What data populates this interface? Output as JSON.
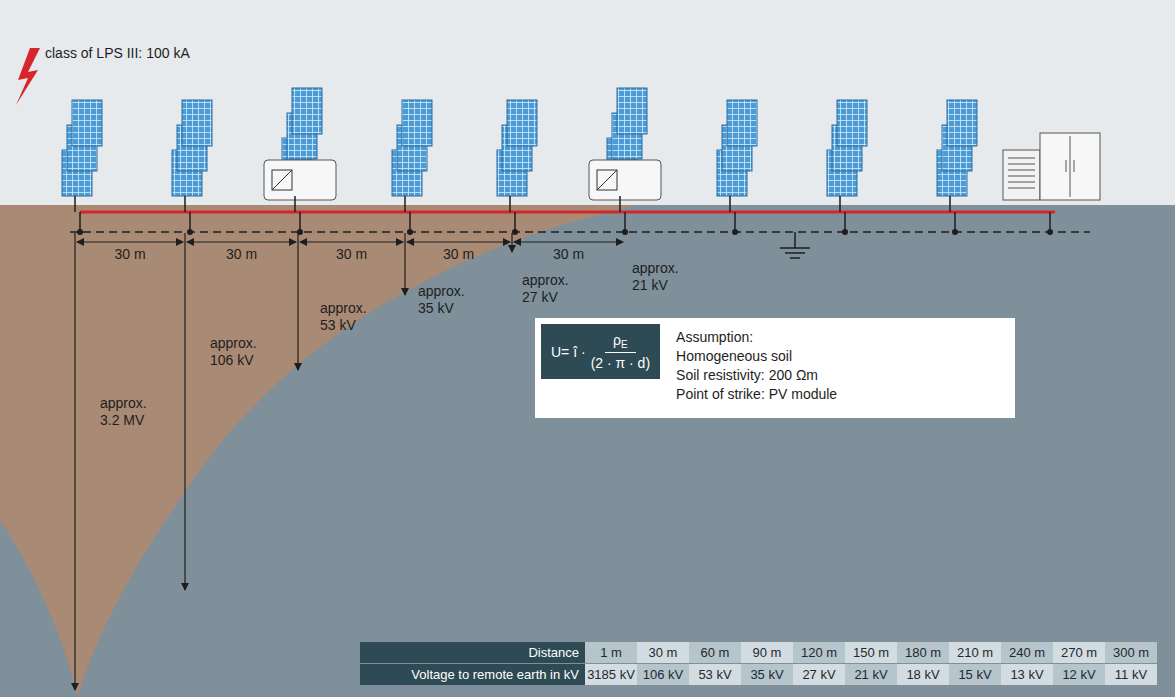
{
  "diagram": {
    "nodes": [
      {
        "text": [
          "Assumption:",
          "Homogeneous soil",
          "Soil resistivity: 200 Ωm",
          "Point of strike: PV module"
        ]
      },
      {
        "text": [
          "U= î ·",
          "ρ",
          "E",
          "(2 · π · d)"
        ],
        "in": 0
      }
    ],
    "labels": [
      "class of LPS III: 100 kA",
      "30 m",
      "30 m",
      "30 m",
      "30 m",
      "30 m",
      "approx. 3.2 MV",
      "approx. 106 kV",
      "approx. 53 kV",
      "approx. 35 kV",
      "approx. 27 kV",
      "approx. 21 kV",
      "Distance",
      "1 m",
      "30 m",
      "60 m",
      "90 m",
      "120 m",
      "150 m",
      "180 m",
      "210 m",
      "240 m",
      "270 m",
      "300 m",
      "Voltage to remote earth in kV",
      "3185 kV",
      "106 kV",
      "53 kV",
      "35 kV",
      "27 kV",
      "21 kV",
      "18 kV",
      "15 kV",
      "13 kV",
      "12 kV",
      "11 kV"
    ]
  }
}
